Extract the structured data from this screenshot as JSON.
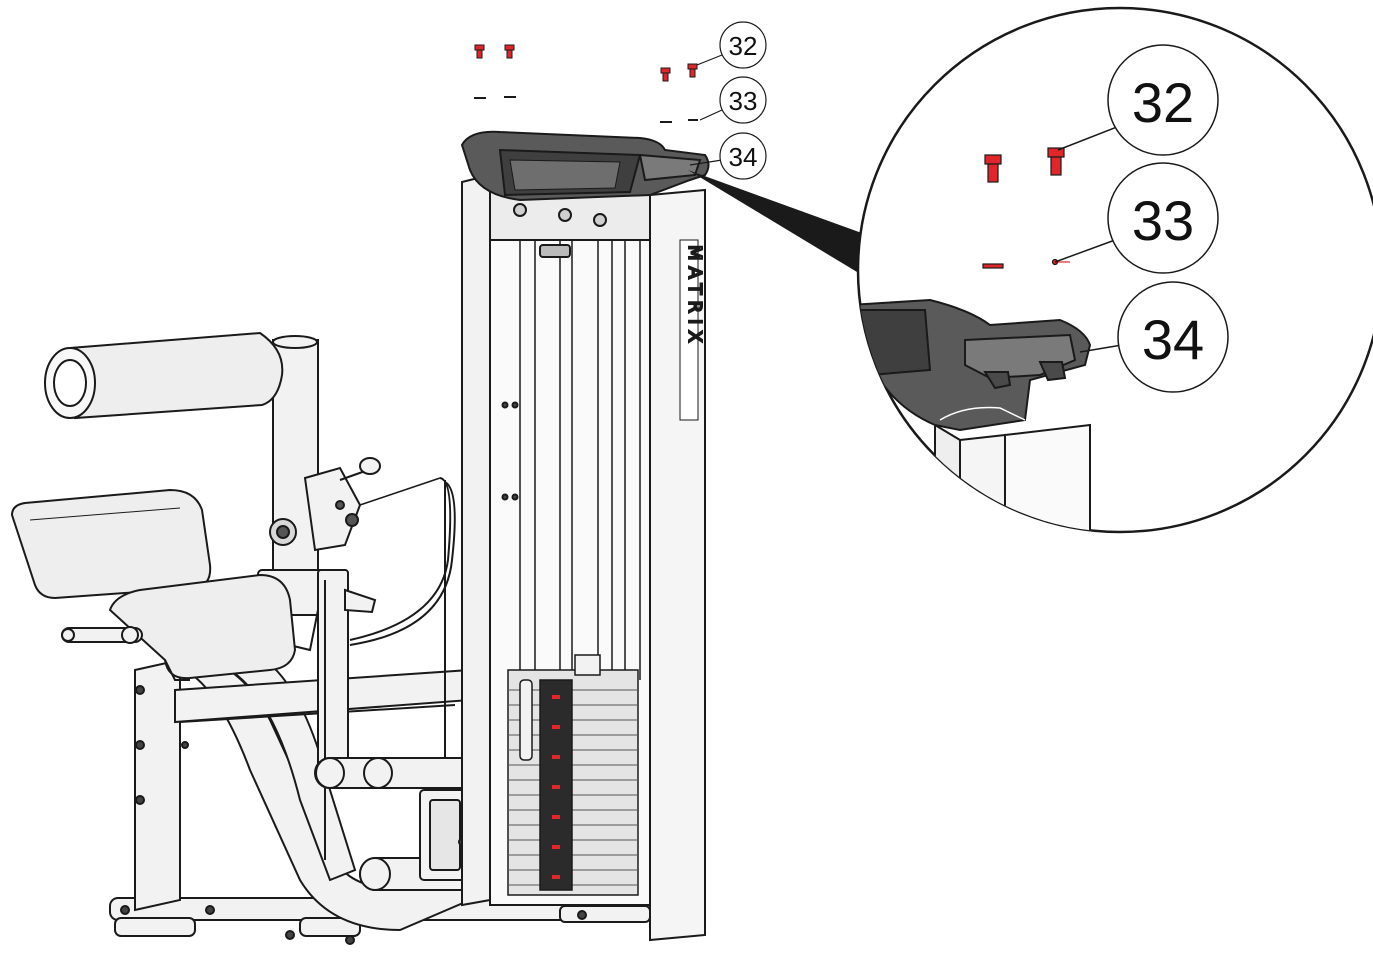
{
  "diagram": {
    "brand": "MATRIX",
    "callouts_main": [
      {
        "id": "32",
        "label": "32"
      },
      {
        "id": "33",
        "label": "33"
      },
      {
        "id": "34",
        "label": "34"
      }
    ],
    "callouts_detail": [
      {
        "id": "32",
        "label": "32"
      },
      {
        "id": "33",
        "label": "33"
      },
      {
        "id": "34",
        "label": "34"
      }
    ],
    "colors": {
      "line": "#1a1a1a",
      "frame_fill": "#f2f2f2",
      "pad_fill": "#eeeeee",
      "shroud_dark": "#5a5a5a",
      "bolt_red": "#e0262b",
      "weight_dark": "#2b2b2b"
    }
  }
}
